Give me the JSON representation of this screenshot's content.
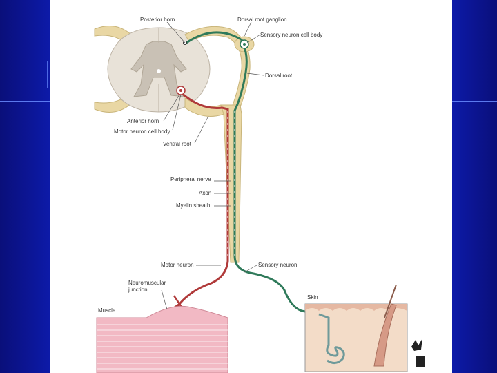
{
  "labels": {
    "posterior_horn": "Posterior horn",
    "dorsal_root_ganglion": "Dorsal root ganglion",
    "sensory_neuron_cell_body": "Sensory neuron cell body",
    "dorsal_root": "Dorsal root",
    "anterior_horn": "Anterior horn",
    "motor_neuron_cell_body": "Motor neuron cell body",
    "ventral_root": "Ventral root",
    "peripheral_nerve": "Peripheral nerve",
    "axon": "Axon",
    "myelin_sheath": "Myelin sheath",
    "motor_neuron": "Motor neuron",
    "sensory_neuron": "Sensory neuron",
    "neuromuscular_junction_line1": "Neuromuscular",
    "neuromuscular_junction_line2": "junction",
    "muscle": "Muscle",
    "skin": "Skin"
  },
  "colors": {
    "background": "#0a1a8c",
    "slide": "#ffffff",
    "spinal_cord": "#e8e2d8",
    "gray_matter": "#c9c1b5",
    "nerve_sheath": "#e9d7a4",
    "motor_axon": "#b03a3a",
    "sensory_axon": "#2f7a5a",
    "muscle": "#f2b9c4",
    "skin": "#f3dcc8"
  }
}
